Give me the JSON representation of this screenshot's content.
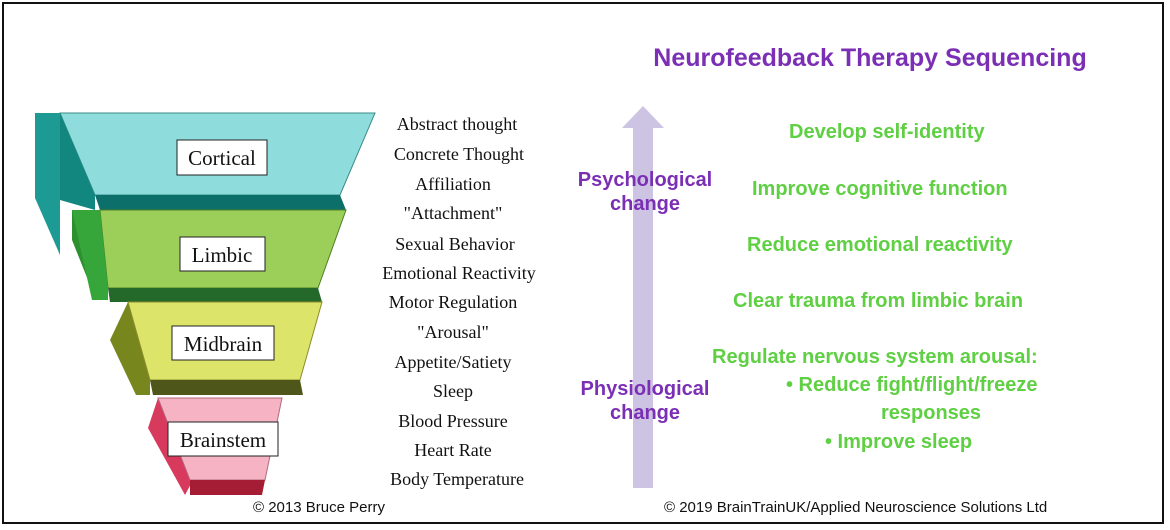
{
  "title": "Neurofeedback Therapy Sequencing",
  "brain_levels": [
    {
      "label": "Cortical"
    },
    {
      "label": "Limbic"
    },
    {
      "label": "Midbrain"
    },
    {
      "label": "Brainstem"
    }
  ],
  "functions": [
    "Abstract thought",
    "Concrete Thought",
    "Affiliation",
    "\"Attachment\"",
    "Sexual Behavior",
    "Emotional Reactivity",
    "Motor Regulation",
    "\"Arousal\"",
    "Appetite/Satiety",
    "Sleep",
    "Blood Pressure",
    "Heart Rate",
    "Body Temperature"
  ],
  "arrow": {
    "top_label_line1": "Psychological",
    "top_label_line2": "change",
    "bottom_label_line1": "Physiological",
    "bottom_label_line2": "change"
  },
  "steps": {
    "s1": "Develop self-identity",
    "s2": "Improve cognitive function",
    "s3": "Reduce emotional reactivity",
    "s4": "Clear trauma from limbic brain",
    "s5": "Regulate nervous system arousal:",
    "s5_b1_line1": "• Reduce fight/flight/freeze",
    "s5_b1_line2": "responses",
    "s5_b2": "• Improve sleep"
  },
  "credits": {
    "left": "© 2013 Bruce Perry",
    "right": "© 2019 BrainTrainUK/Applied Neuroscience Solutions Ltd"
  },
  "colors": {
    "title_purple": "#7b2fb5",
    "step_green": "#5fcf43",
    "cortical": "#8fdcdc",
    "limbic": "#9ccf5a",
    "midbrain": "#dde46a",
    "brainstem": "#f6b3c4",
    "arrow": "#cdc3e2"
  }
}
